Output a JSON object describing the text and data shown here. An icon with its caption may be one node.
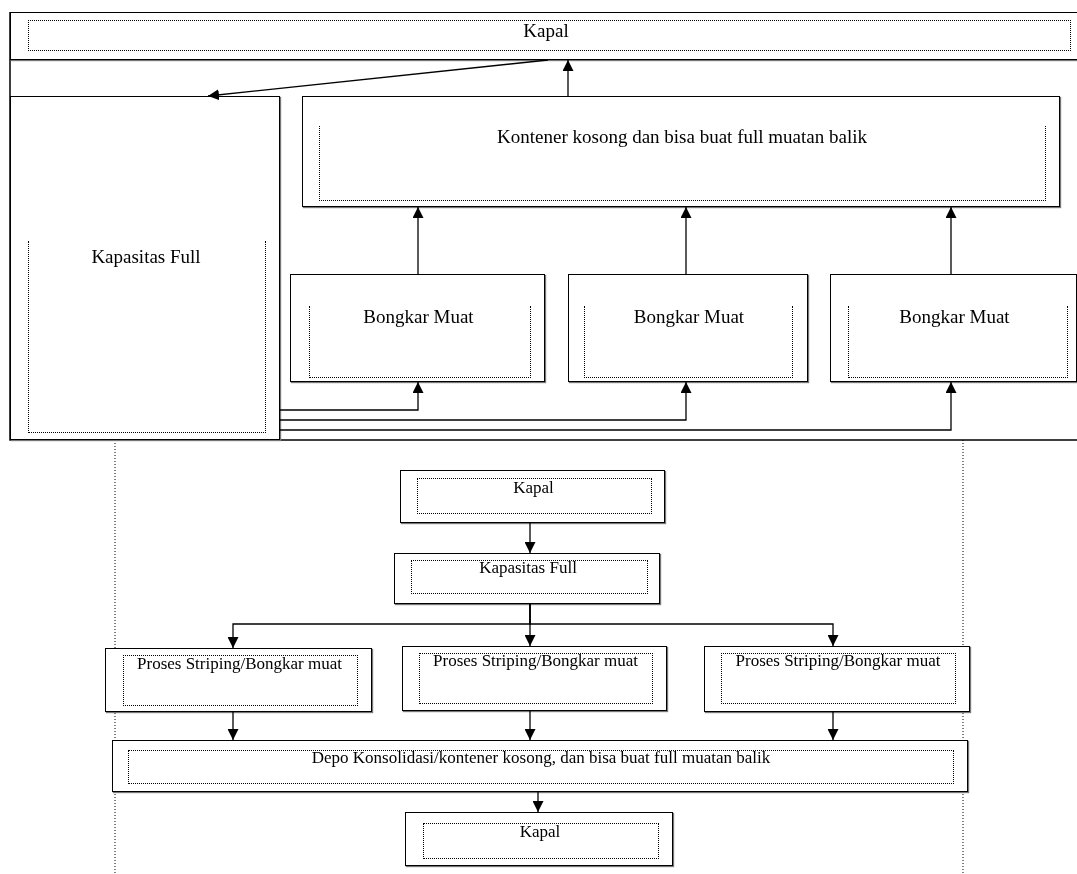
{
  "diagram": {
    "nodes": [
      {
        "text": [
          "Kapal"
        ]
      },
      {
        "text": [
          "Kapasitas Full"
        ]
      },
      {
        "text": [
          "Kontener kosong dan bisa buat full muatan balik"
        ]
      },
      {
        "text": [
          "Bongkar Muat"
        ]
      },
      {
        "text": [
          "Bongkar Muat"
        ]
      },
      {
        "text": [
          "Bongkar Muat"
        ]
      },
      {
        "text": [
          "Kapal"
        ]
      },
      {
        "text": [
          "Kapasitas Full"
        ]
      },
      {
        "text": [
          "Proses Striping/Bongkar muat"
        ]
      },
      {
        "text": [
          "Proses Striping/Bongkar muat"
        ]
      },
      {
        "text": [
          "Proses Striping/Bongkar muat"
        ]
      },
      {
        "text": [
          "Depo Konsolidasi/kontener kosong, dan bisa buat full muatan balik"
        ]
      },
      {
        "text": [
          "Kapal"
        ]
      }
    ],
    "edges": [
      {
        "from": 0,
        "to": 1,
        "arrow": "to"
      },
      {
        "from": 2,
        "to": 0,
        "arrow": "to"
      },
      {
        "from": 3,
        "to": 2,
        "arrow": "to"
      },
      {
        "from": 4,
        "to": 2,
        "arrow": "to"
      },
      {
        "from": 5,
        "to": 2,
        "arrow": "to"
      },
      {
        "from": 1,
        "to": 3,
        "arrow": "to"
      },
      {
        "from": 1,
        "to": 4,
        "arrow": "to"
      },
      {
        "from": 1,
        "to": 5,
        "arrow": "to"
      },
      {
        "from": 6,
        "to": 7,
        "arrow": "to"
      },
      {
        "from": 7,
        "to": 8,
        "arrow": "to"
      },
      {
        "from": 7,
        "to": 9,
        "arrow": "to"
      },
      {
        "from": 7,
        "to": 10,
        "arrow": "to"
      },
      {
        "from": 8,
        "to": 11,
        "arrow": "to"
      },
      {
        "from": 9,
        "to": 11,
        "arrow": "to"
      },
      {
        "from": 10,
        "to": 11,
        "arrow": "to"
      },
      {
        "from": 11,
        "to": 12,
        "arrow": "to"
      }
    ]
  }
}
